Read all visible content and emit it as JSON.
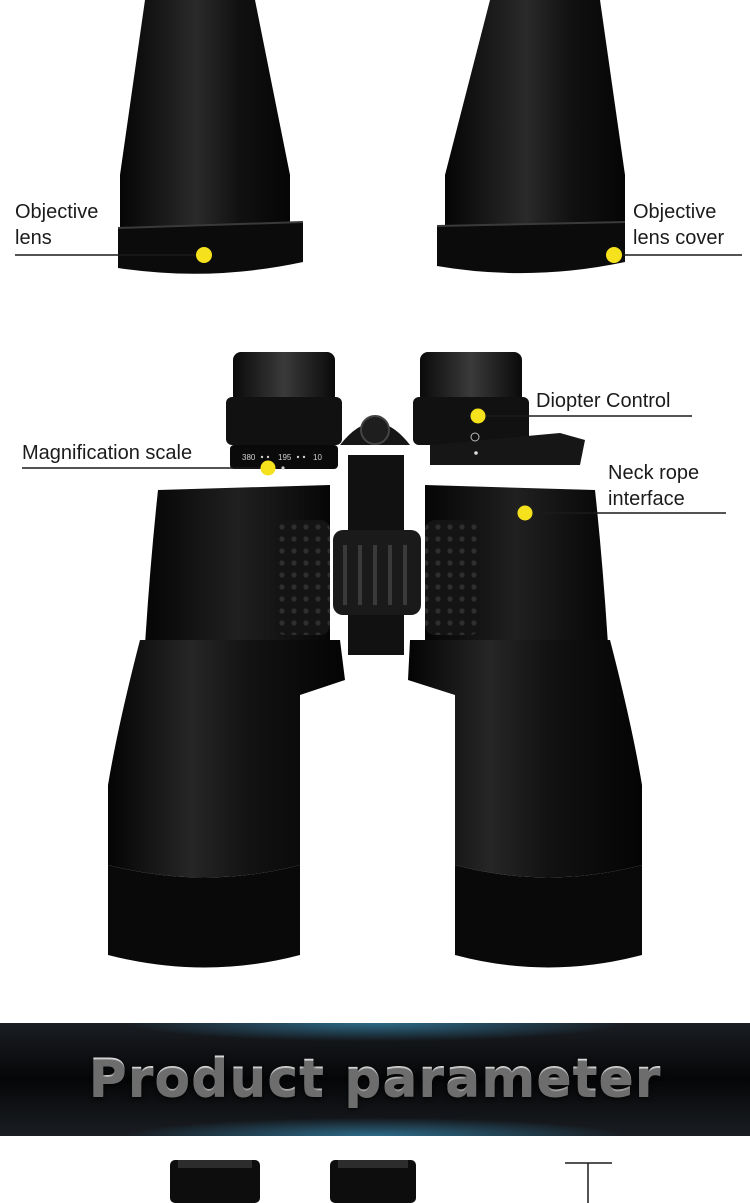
{
  "top_section": {
    "callouts": {
      "objective_lens": [
        "Objective",
        "lens"
      ],
      "objective_lens_cover": [
        "Objective",
        "lens cover"
      ]
    }
  },
  "middle_section": {
    "callouts": {
      "diopter_control": "Diopter Control",
      "magnification_scale": "Magnification scale",
      "neck_rope_interface": [
        "Neck rope",
        "interface"
      ]
    },
    "scale_ticks": {
      "left": "380",
      "mid": "195",
      "right": "10"
    }
  },
  "banner": {
    "title": "Product parameter"
  },
  "colors": {
    "marker": "#f5e21c",
    "body": "#0c0c0c",
    "label_text": "#1b1b1b"
  }
}
